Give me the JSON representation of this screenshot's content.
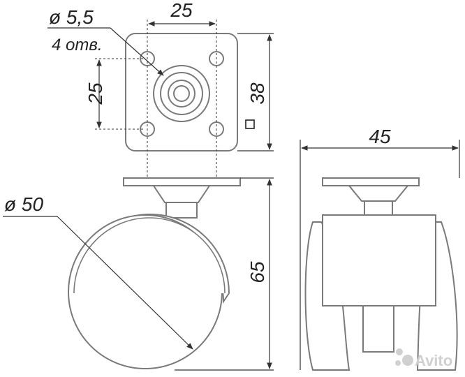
{
  "dimensions": {
    "hole_diameter": "ø 5,5",
    "hole_count": "4 отв.",
    "hole_spacing_top": "25",
    "hole_spacing_side": "25",
    "plate_size": "38",
    "wheel_diameter": "ø 50",
    "overall_height": "65",
    "overall_width": "45"
  },
  "watermark": "Avito",
  "colors": {
    "outline": "#7a7a7a",
    "dimension": "#333333",
    "watermark": "#d0d0d0"
  }
}
